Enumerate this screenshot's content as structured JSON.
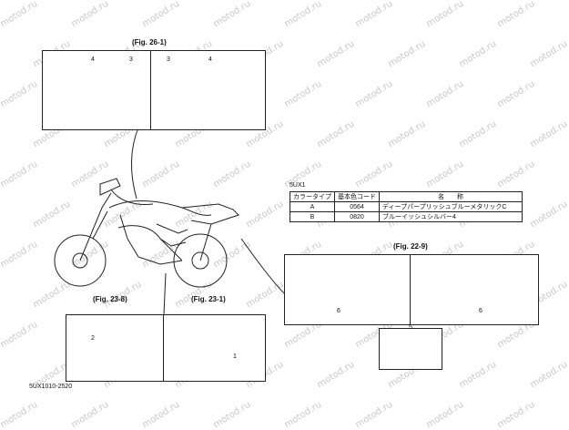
{
  "watermark": "motod.ru",
  "fig_labels": {
    "top": "(Fig. 26-1)",
    "left_bottom": "(Fig. 23-8)",
    "mid_bottom": "(Fig. 23-1)",
    "right": "(Fig. 22-9)"
  },
  "callouts": {
    "tank_left_a": "4",
    "tank_left_b": "3",
    "tank_right_a": "3",
    "tank_right_b": "4",
    "side_left": "2",
    "side_right": "1",
    "tail_left": "6",
    "tail_right": "6",
    "tail_center": "5"
  },
  "color_table": {
    "model": "5UX1",
    "headers": [
      "カラータイプ",
      "基本色コード",
      "名　　称"
    ],
    "rows": [
      {
        "type": "A",
        "code": "0564",
        "name": "ディープパープリッシュブルーメタリックC"
      },
      {
        "type": "B",
        "code": "0820",
        "name": "ブルーイッシュシルバー4"
      }
    ]
  },
  "diagram_code": "5UX1010-2520"
}
